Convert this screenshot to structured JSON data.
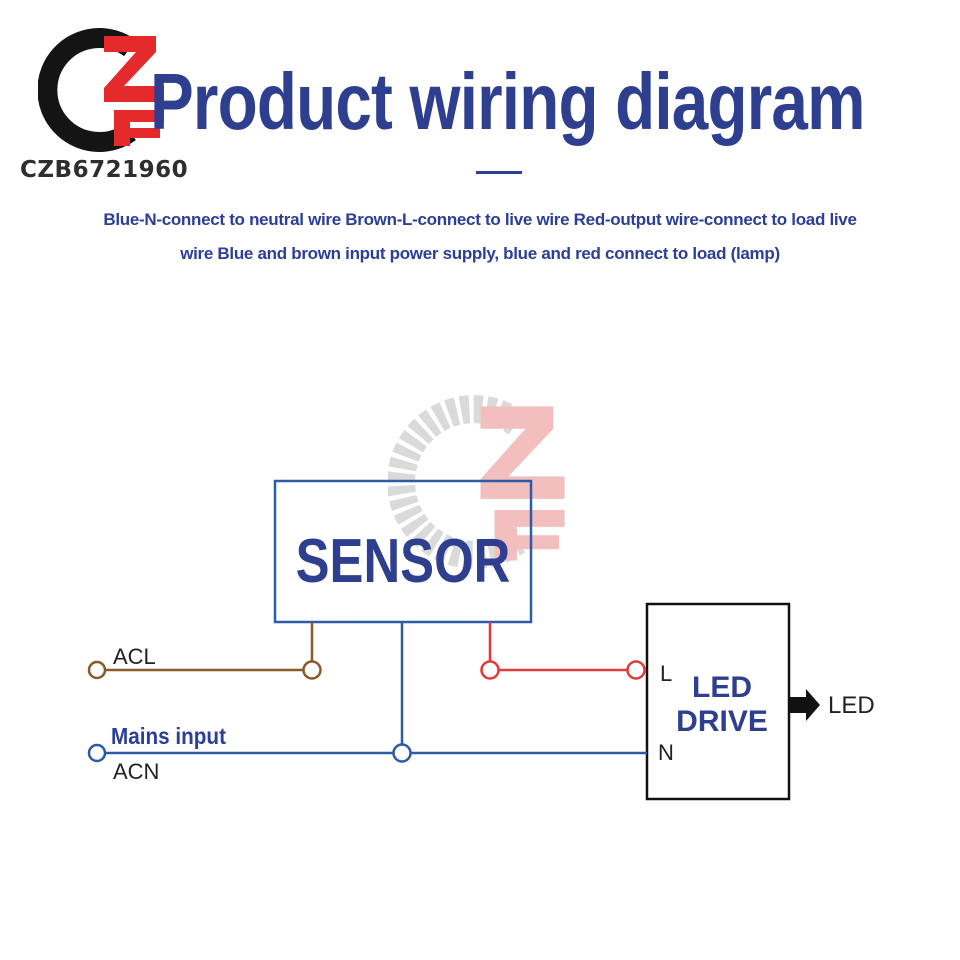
{
  "header": {
    "brand": "CZB6721960",
    "title": "Product wiring diagram",
    "description": "Blue-N-connect to neutral wire Brown-L-connect to live wire Red-output wire-connect to load live wire Blue and brown input power supply, blue and red connect to load (lamp)"
  },
  "diagram": {
    "sensor_label": "SENSOR",
    "driver_label_line1": "LED",
    "driver_label_line2": "DRIVE",
    "driver_l": "L",
    "driver_n": "N",
    "output_label": "LED",
    "acl_label": "ACL",
    "mains_label": "Mains input",
    "acn_label": "ACN"
  },
  "colors": {
    "title_blue": "#2f3f8f",
    "wire_brown": "#8a5a2b",
    "wire_blue": "#2c5ba8",
    "wire_red": "#e23a3a",
    "logo_red": "#e42a2a",
    "logo_black": "#141414"
  }
}
